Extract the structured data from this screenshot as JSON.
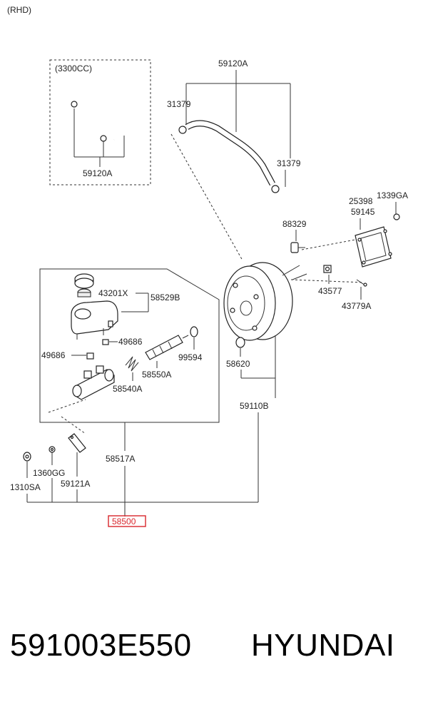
{
  "diagram": {
    "variant_note": "(RHD)",
    "engine_note": "(3300CC)",
    "labels": {
      "l59120A_top": "59120A",
      "l31379_a": "31379",
      "l31379_b": "31379",
      "l59120A_inset": "59120A",
      "l25398": "25398",
      "l1339GA": "1339GA",
      "l59145": "59145",
      "l88329": "88329",
      "l43577": "43577",
      "l43779A": "43779A",
      "l43201X": "43201X",
      "l58529B": "58529B",
      "l49686_r": "49686",
      "l49686_l": "49686",
      "l99594": "99594",
      "l58550A": "58550A",
      "l58540A": "58540A",
      "l58620": "58620",
      "l59110B": "59110B",
      "l58517A": "58517A",
      "l1360GG": "1360GG",
      "l1310SA": "1310SA",
      "l59121A": "59121A",
      "l58500": "58500"
    },
    "highlight_color": "#d9262c"
  },
  "footer": {
    "part_number": "591003E550",
    "brand": "HYUNDAI"
  }
}
